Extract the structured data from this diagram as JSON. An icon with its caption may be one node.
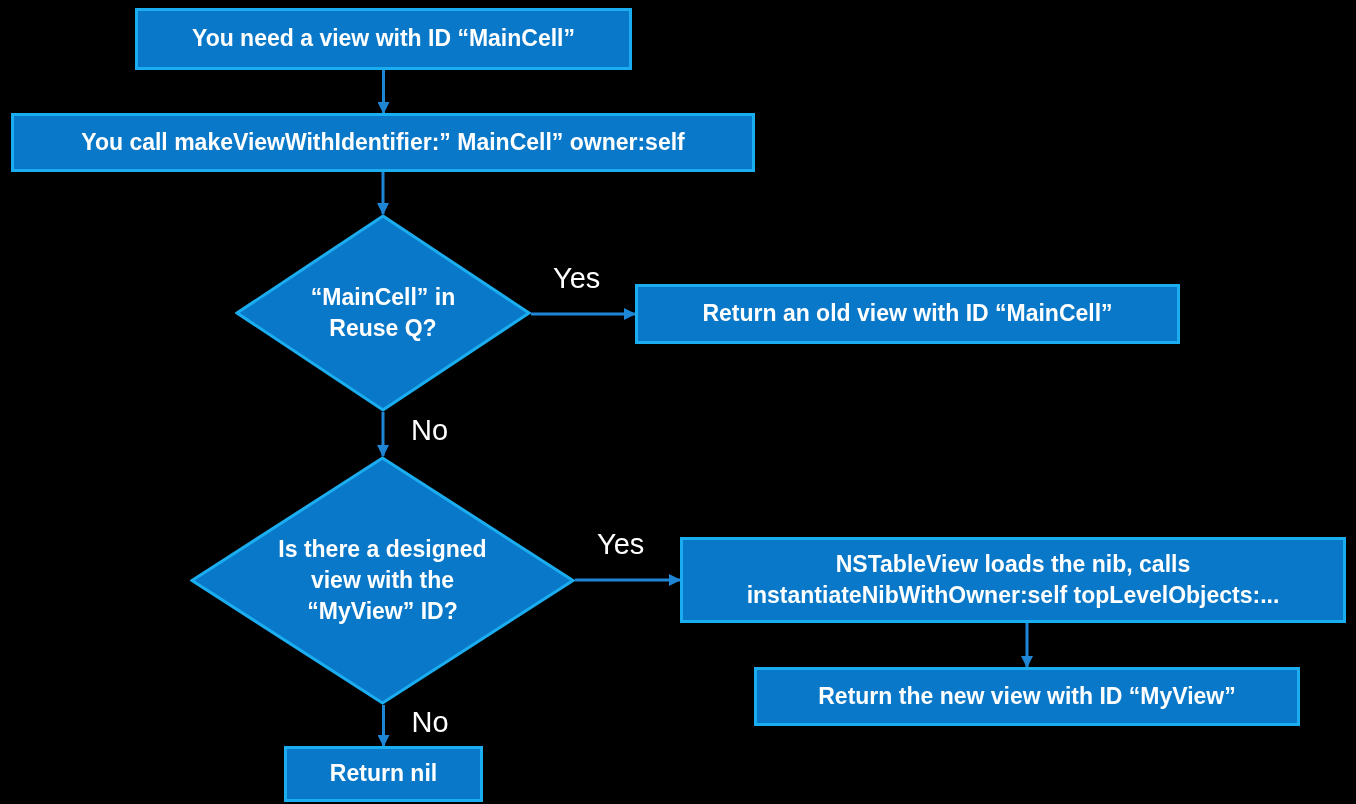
{
  "diagram": {
    "nodes": [
      {
        "text": [
          "You need a view with ID “MainCell”"
        ]
      },
      {
        "text": [
          "You call makeViewWithIdentifier:” MainCell” owner:self"
        ]
      },
      {
        "text": [
          "“MainCell” in Reuse Q?"
        ]
      },
      {
        "text": [
          "Return an old view with ID “MainCell”"
        ]
      },
      {
        "text": [
          "Is there a designed view with the “MyView” ID?"
        ]
      },
      {
        "text": [
          "NSTableView loads the nib, calls instantiateNibWithOwner:self topLevelObjects:..."
        ]
      },
      {
        "text": [
          "Return the new view with ID “MyView”"
        ]
      },
      {
        "text": [
          "Return nil"
        ]
      }
    ],
    "edges": [
      {
        "from": 0,
        "to": 1,
        "arrow": "to"
      },
      {
        "from": 1,
        "to": 2,
        "arrow": "to"
      },
      {
        "from": 2,
        "to": 3,
        "arrow": "to",
        "label": "Yes"
      },
      {
        "from": 2,
        "to": 4,
        "arrow": "to",
        "label": "No"
      },
      {
        "from": 4,
        "to": 5,
        "arrow": "to",
        "label": "Yes"
      },
      {
        "from": 5,
        "to": 6,
        "arrow": "to"
      },
      {
        "from": 4,
        "to": 7,
        "arrow": "to",
        "label": "No"
      }
    ]
  }
}
